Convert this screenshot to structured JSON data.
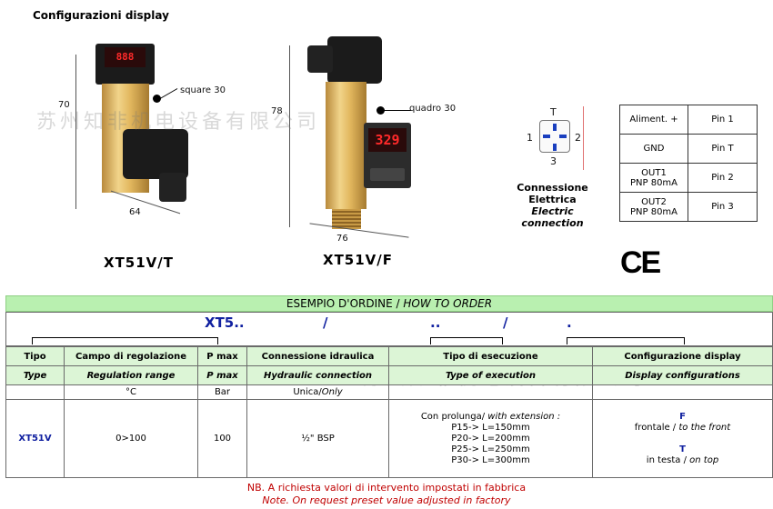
{
  "header": {
    "title": "Configurazioni display"
  },
  "device_t": {
    "model": "XT51V/T",
    "dim_height": "70",
    "dim_width": "64",
    "callout": "square 30"
  },
  "device_f": {
    "model": "XT51V/F",
    "dim_height": "78",
    "dim_width": "76",
    "callout": "quadro 30",
    "screen_value": "329"
  },
  "connection": {
    "pin_top": "T",
    "pin_left": "1",
    "pin_right": "2",
    "pin_bottom": "3",
    "label_it_1": "Connessione",
    "label_it_2": "Elettrica",
    "label_en_1": "Electric",
    "label_en_2": "connection"
  },
  "pins": [
    {
      "signal": "Aliment. +",
      "pin": "Pin 1"
    },
    {
      "signal": "GND",
      "pin": "Pin T"
    },
    {
      "signal_1": "OUT1",
      "signal_2": "PNP 80mA",
      "pin": "Pin 2"
    },
    {
      "signal_1": "OUT2",
      "signal_2": "PNP 80mA",
      "pin": "Pin 3"
    }
  ],
  "ce_mark": "CE",
  "watermark": "苏州知非机电设备有限公司",
  "order": {
    "title_it": "ESEMPIO D'ORDINE /",
    "title_en": "HOW TO ORDER",
    "code": "XT5..",
    "slash1": "/",
    "dots": "..",
    "slash2": "/",
    "dot": ".",
    "headers_it": [
      "Tipo",
      "Campo di regolazione",
      "P max",
      "Connessione idraulica",
      "Tipo di esecuzione",
      "Configurazione display"
    ],
    "headers_en": [
      "Type",
      "Regulation range",
      "P max",
      "Hydraulic connection",
      "Type of execution",
      "Display configurations"
    ],
    "units": [
      "",
      "°C",
      "Bar",
      "Unica/",
      "Only",
      "",
      ""
    ],
    "row": {
      "type": "XT51V",
      "range": "0>100",
      "pmax": "100",
      "connection": "½\" BSP",
      "exec_intro": "Con prolunga/",
      "exec_intro_en": "with extension :",
      "exec_lines": [
        "P15-> L=150mm",
        "P20-> L=200mm",
        "P25-> L=250mm",
        "P30-> L=300mm"
      ],
      "disp_f": "F",
      "disp_f_it": "frontale /",
      "disp_f_en": "to the front",
      "disp_t": "T",
      "disp_t_it": "in testa /",
      "disp_t_en": "on top"
    }
  },
  "notes": {
    "it": "NB. A richiesta valori di intervento impostati in fabbrica",
    "en": "Note. On request preset value adjusted in factory"
  }
}
